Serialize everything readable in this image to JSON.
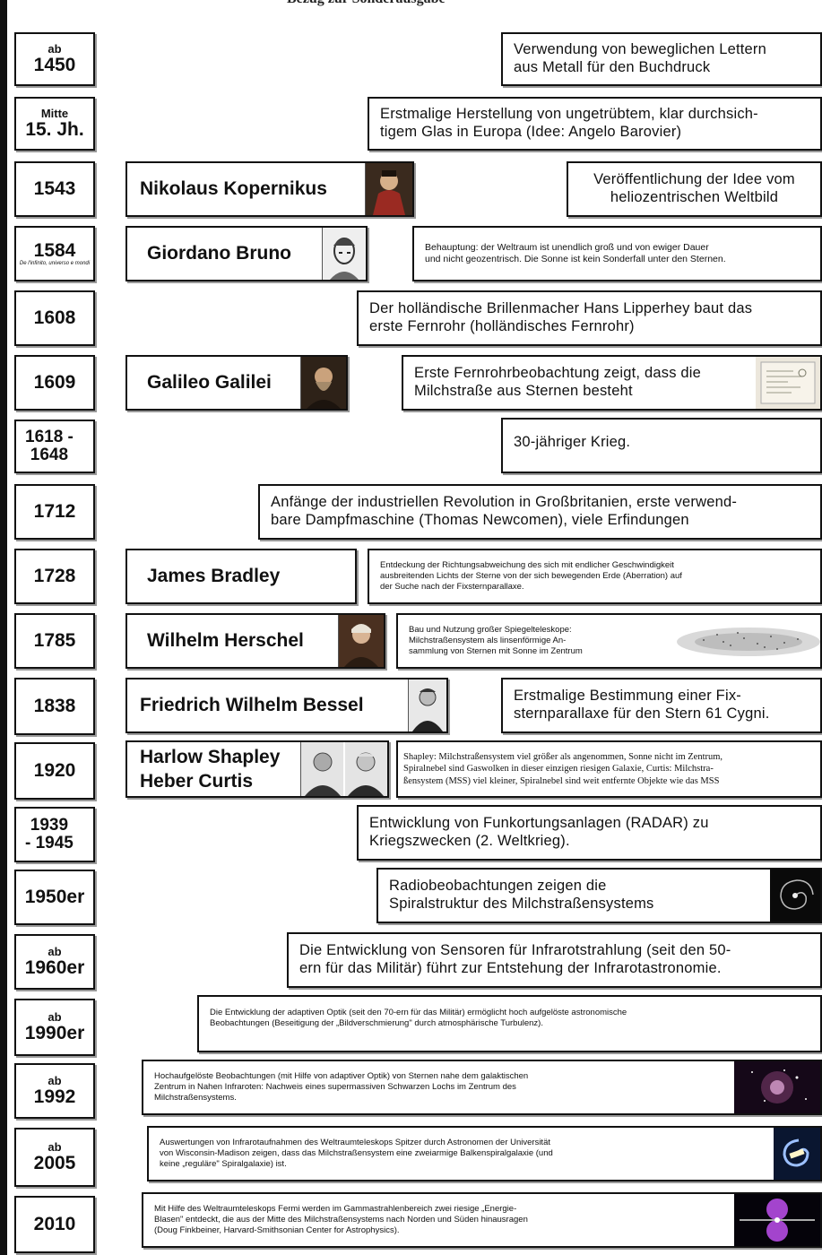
{
  "header": "Bezug zur Sonderausgabe",
  "rows": [
    {
      "date_top": "ab",
      "date": "1450",
      "text": "Verwendung von beweglichen Lettern\naus Metall für den Buchdruck"
    },
    {
      "date_top": "Mitte",
      "date": "15. Jh.",
      "text": "Erstmalige Herstellung von ungetrübtem, klar durchsich-\ntigem Glas in Europa  (Idee: Angelo Barovier)"
    },
    {
      "date": "1543",
      "person": "Nikolaus Kopernikus",
      "portrait_icon": "copernicus-portrait-icon",
      "text": "Veröffentlichung der Idee vom\nheliozentrischen Weltbild"
    },
    {
      "date": "1584",
      "date_note": "De l'infinito, universo e mondi",
      "person": "Giordano Bruno",
      "portrait_icon": "bruno-portrait-icon",
      "text": "Behauptung: der Weltraum ist unendlich groß und von ewiger Dauer\nund nicht geozentrisch. Die Sonne ist kein Sonderfall unter den Sternen."
    },
    {
      "date": "1608",
      "text": "Der holländische Brillenmacher Hans Lipperhey baut das\nerste Fernrohr (holländisches Fernrohr)"
    },
    {
      "date": "1609",
      "person": "Galileo Galilei",
      "portrait_icon": "galilei-portrait-icon",
      "text": "Erste Fernrohrbeobachtung zeigt, dass die\nMilchstraße aus Sternen besteht",
      "thumb_icon": "sketch-page-icon"
    },
    {
      "date": "1618 -\n1648",
      "text": "30-jähriger Krieg."
    },
    {
      "date": "1712",
      "text": "Anfänge der industriellen Revolution in Großbritanien, erste verwend-\nbare Dampfmaschine (Thomas Newcomen), viele Erfindungen"
    },
    {
      "date": "1728",
      "person": "James Bradley",
      "text": "Entdeckung der Richtungsabweichung des sich mit endlicher Geschwindigkeit\nausbreitenden Lichts der Sterne von der sich bewegenden Erde (Aberration) auf\nder Suche nach der Fixsternparallaxe."
    },
    {
      "date": "1785",
      "person": "Wilhelm Herschel",
      "portrait_icon": "herschel-portrait-icon",
      "text": "Bau und Nutzung großer Spiegelteleskope:\nMilchstraßensystem als linsenförmige An-\nsammlung von Sternen mit Sonne im Zentrum",
      "thumb_icon": "star-cloud-icon"
    },
    {
      "date": "1838",
      "person": "Friedrich Wilhelm Bessel",
      "portrait_icon": "bessel-portrait-icon",
      "text": "Erstmalige Bestimmung einer  Fix-\nsternparallaxe für den Stern 61 Cygni."
    },
    {
      "date": "1920",
      "person": "Harlow Shapley",
      "person2": "Heber Curtis",
      "portrait_icon": "shapley-curtis-portrait-icon",
      "text": "Shapley: Milchstraßensystem viel größer als angenommen, Sonne nicht im  Zentrum,\nSpiralnebel sind Gaswolken in dieser einzigen riesigen Galaxie, Curtis: Milchstra-\nßensystem (MSS) viel kleiner, Spiralnebel sind weit entfernte Objekte wie das MSS"
    },
    {
      "date": "1939\n- 1945",
      "text": "Entwicklung von Funkortungsanlagen (RADAR) zu\nKriegszwecken (2. Weltkrieg)."
    },
    {
      "date": "1950er",
      "text": "Radiobeobachtungen zeigen die\nSpiralstruktur des Milchstraßensystems",
      "thumb_icon": "spiral-radio-map-icon"
    },
    {
      "date_top": "ab",
      "date": "1960er",
      "text": "Die Entwicklung von Sensoren für Infrarotstrahlung (seit den 50-\nern für das Militär) führt zur Entstehung der Infrarotastronomie."
    },
    {
      "date_top": "ab",
      "date": "1990er",
      "text": "Die Entwicklung der adaptiven Optik (seit den 70-ern für das Militär) ermöglicht hoch aufgelöste astronomische\nBeobachtungen (Beseitigung der „Bildverschmierung\" durch atmosphärische Turbulenz)."
    },
    {
      "date_top": "ab",
      "date": "1992",
      "text": "Hochaufgelöste Beobachtungen (mit Hilfe von adaptiver Optik) von Sternen nahe dem galaktischen\nZentrum in Nahen Infraroten: Nachweis  eines supermassiven Schwarzen Lochs im Zentrum des\nMilchstraßensystems.",
      "thumb_icon": "galactic-center-icon"
    },
    {
      "date_top": "ab",
      "date": "2005",
      "text": "Auswertungen von Infrarotaufnahmen des Weltraumteleskops Spitzer durch Astronomen der Universität\nvon Wisconsin-Madison zeigen, dass das Milchstraßensystem eine zweiarmige Balkenspiralgalaxie (und\nkeine „reguläre\" Spiralgalaxie) ist.",
      "thumb_icon": "barred-spiral-icon"
    },
    {
      "date": "2010",
      "text": "Mit Hilfe des Weltraumteleskops Fermi werden im  Gammastrahlenbereich zwei riesige „Energie-\nBlasen\" entdeckt, die aus der Mitte des Milchstraßensystems nach Norden und Süden hinausragen\n(Doug Finkbeiner, Harvard-Smithsonian Center for Astrophysics).",
      "thumb_icon": "fermi-bubbles-icon"
    }
  ]
}
